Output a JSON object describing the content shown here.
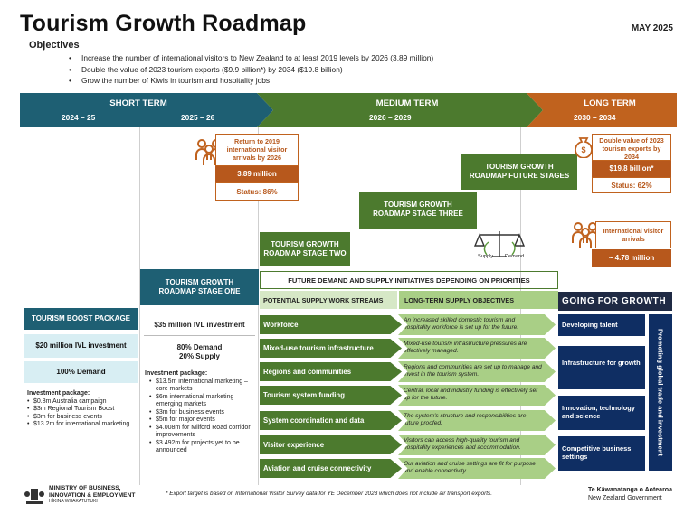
{
  "header": {
    "title": "Tourism Growth Roadmap",
    "date": "MAY 2025"
  },
  "objectives": {
    "title": "Objectives",
    "items": [
      "Increase the number of international visitors to New Zealand to at least 2019 levels by 2026 (3.89 million)",
      "Double the value of 2023 tourism exports ($9.9 billion*) by 2034 ($19.8 billion)",
      "Grow the number of Kiwis in tourism and hospitality jobs"
    ]
  },
  "bands": {
    "short": {
      "label": "SHORT TERM",
      "y1": "2024 – 25",
      "y2": "2025 – 26"
    },
    "medium": {
      "label": "MEDIUM TERM",
      "years": "2026 – 2029"
    },
    "long": {
      "label": "LONG TERM",
      "years": "2030 – 2034"
    }
  },
  "boost": {
    "title": "TOURISM BOOST PACKAGE",
    "ivl": "$20 million IVL investment",
    "demand": "100% Demand",
    "pkg_title": "Investment package:",
    "pkg": [
      "$0.8m Australia campaign",
      "$3m Regional Tourism Boost",
      "$3m for business events",
      "$13.2m for international marketing."
    ]
  },
  "stage1": {
    "title": "TOURISM GROWTH ROADMAP STAGE ONE",
    "ivl": "$35 million IVL investment",
    "split1": "80% Demand",
    "split2": "20% Supply",
    "pkg_title": "Investment package:",
    "pkg": [
      "$13.5m international marketing – core markets",
      "$6m international marketing – emerging markets",
      "$3m for business events",
      "$5m for major events",
      "$4.008m for Milford Road corridor improvements",
      "$3.492m for projects yet to be announced"
    ]
  },
  "return2019": {
    "title": "Return to 2019 international visitor arrivals by 2026",
    "value": "3.89 million",
    "status": "Status: 86%"
  },
  "stages": {
    "two": "TOURISM GROWTH ROADMAP STAGE TWO",
    "three": "TOURISM GROWTH ROADMAP STAGE THREE",
    "future": "TOURISM GROWTH ROADMAP FUTURE STAGES"
  },
  "scale": {
    "supply": "Supply",
    "demand": "Demand"
  },
  "double": {
    "title": "Double value of 2023 tourism exports by 2034",
    "value": "$19.8 billion*",
    "status": "Status: 62%"
  },
  "intl": {
    "title": "International visitor arrivals",
    "value": "~ 4.78 million"
  },
  "future_banner": "FUTURE DEMAND AND SUPPLY INITIATIVES DEPENDING ON PRIORITIES",
  "streams": {
    "h1": "POTENTIAL SUPPLY WORK STREAMS",
    "h2": "LONG-TERM SUPPLY OBJECTIVES",
    "rows": [
      {
        "name": "Workforce",
        "obj": "An increased skilled domestic tourism and hospitality workforce is set up for the future."
      },
      {
        "name": "Mixed-use tourism infrastructure",
        "obj": "Mixed-use tourism infrastructure pressures are effectively managed."
      },
      {
        "name": "Regions and communities",
        "obj": "Regions and communities are set up to manage and invest in the tourism system."
      },
      {
        "name": "Tourism system funding",
        "obj": "Central, local and industry funding is effectively set up for the future."
      },
      {
        "name": "System coordination and data",
        "obj": "The system's structure and responsibilities are future proofed."
      },
      {
        "name": "Visitor experience",
        "obj": "Visitors can access high-quality tourism and hospitality experiences and accommodation."
      },
      {
        "name": "Aviation and cruise connectivity",
        "obj": "Our aviation and cruise settings are fit for purpose and enable connectivity."
      }
    ]
  },
  "gfg": {
    "title": "GOING FOR GROWTH",
    "items": [
      "Developing talent",
      "Infrastructure for growth",
      "Innovation, technology and science",
      "Competitive business settings"
    ],
    "side": "Promoting global trade and investment"
  },
  "footer": {
    "ministry1": "MINISTRY OF BUSINESS,",
    "ministry2": "INNOVATION & EMPLOYMENT",
    "ministry3": "HĪKINA WHAKATUTUKI",
    "note": "* Export target is based on International Visitor Survey data for YE December 2023 which does not include air transport exports.",
    "gov1": "Te Kāwanatanga o Aotearoa",
    "gov2": "New Zealand Government"
  },
  "colors": {
    "teal": "#1e5f73",
    "green": "#4c7a2e",
    "orange": "#b7581c",
    "navy": "#0f2e63"
  }
}
